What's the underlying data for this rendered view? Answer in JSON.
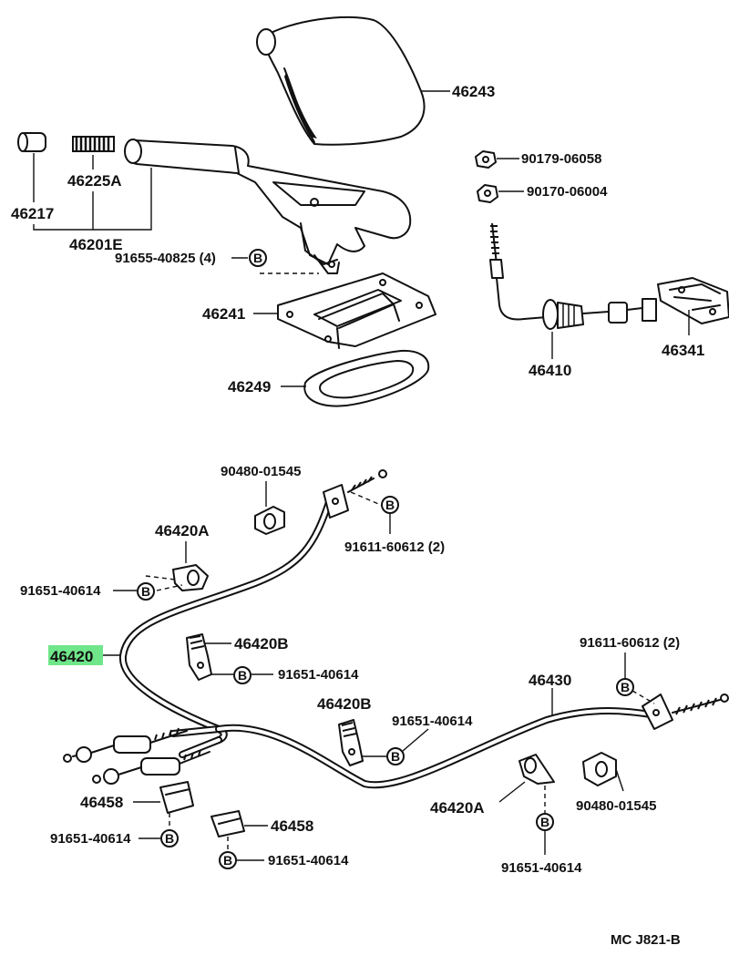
{
  "labels": {
    "boot": "46243",
    "grip": "46217",
    "spring": "46225A",
    "lever_assy": "46201E",
    "bolt_top": "91655-40825 (4)",
    "base": "46241",
    "seal": "46249",
    "nut1": "90179-06058",
    "nut2": "90170-06004",
    "intermediate_lever": "46410",
    "equalizer": "46341",
    "cable_main": "46420",
    "cable_rh": "46430",
    "clamp_a_left": "46420A",
    "clamp_a_right": "46420A",
    "clamp_b_upper": "46420B",
    "clamp_b_lower": "46420B",
    "grommet_left": "90480-01545",
    "grommet_right": "90480-01545",
    "bolt_cable_left": "91611-60612 (2)",
    "bolt_cable_right": "91611-60612 (2)",
    "bolt_clamp_a_left": "91651-40614",
    "bolt_clamp_b_upper": "91651-40614",
    "bolt_clamp_b_lower": "91651-40614",
    "bolt_clamp_a_right": "91651-40614",
    "bracket_left": "46458",
    "bracket_right": "46458",
    "bolt_bracket_left": "91651-40614",
    "bolt_bracket_right": "91651-40614",
    "footer_code": "MC  J821-B"
  },
  "bolt_symbol": "B",
  "highlight_color": "#6fe68a"
}
